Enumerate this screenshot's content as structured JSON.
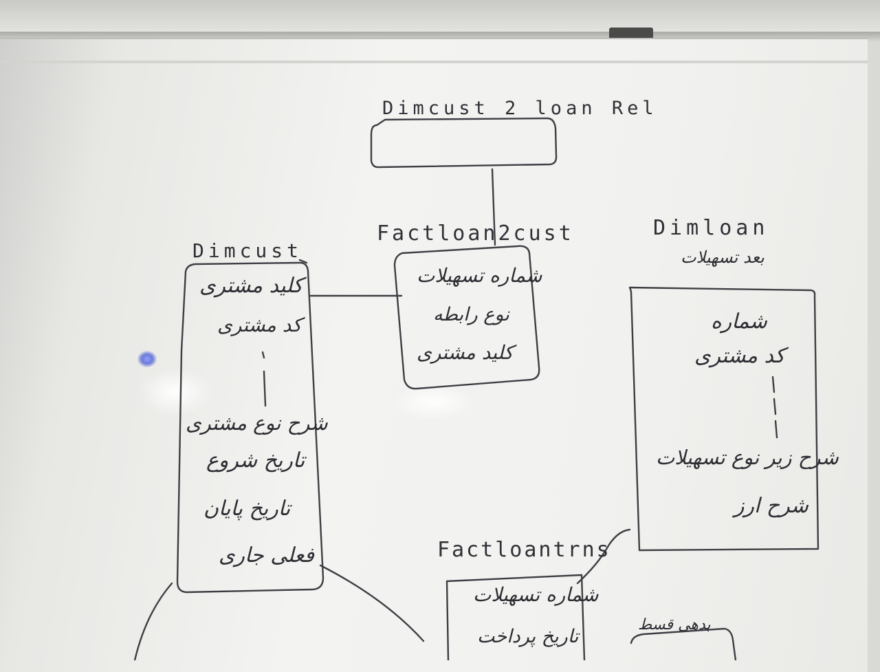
{
  "boxes": {
    "bridge": {
      "title": "Dimcust 2 loan Rel"
    },
    "fact_loan2cust": {
      "title": "Factloan2cust",
      "fields": [
        "شماره تسهیلات",
        "نوع رابطه",
        "کلید مشتری"
      ]
    },
    "dim_cust": {
      "title": "Dimcust",
      "fields": [
        "کلید مشتری",
        "کد مشتری",
        "|",
        "شرح نوع مشتری",
        "تاریخ شروع",
        "تاریخ پایان",
        "فعلی جاری"
      ]
    },
    "dim_loan": {
      "title": "Dimloan",
      "subtitle": "بعد تسهیلات",
      "fields": [
        "شماره",
        "کد مشتری",
        "| | |",
        "شرح زیر نوع تسهیلات",
        "شرح ارز"
      ]
    },
    "fact_loan_trns": {
      "title": "Factloantrns",
      "fields": [
        "شماره تسهیلات",
        "تاریخ پرداخت"
      ]
    },
    "corner": {
      "title": "بدهی قسط"
    }
  }
}
